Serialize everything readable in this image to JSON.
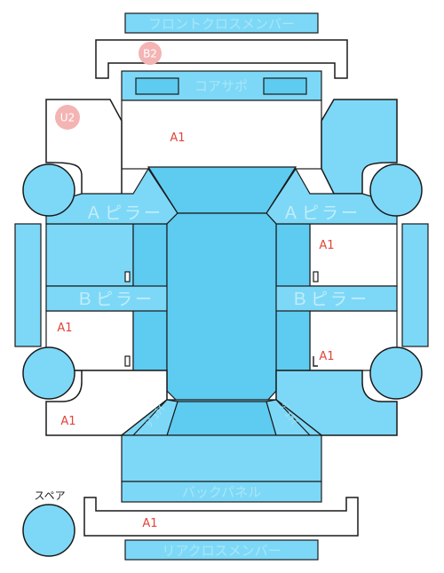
{
  "parts": {
    "front_cross_member": "フロントクロスメンバー",
    "core_support": "コアサポ",
    "a_pillar_left": "Ａピラー",
    "a_pillar_right": "Ａピラー",
    "b_pillar_left": "Ｂピラー",
    "b_pillar_right": "Ｂピラー",
    "back_panel": "バックパネル",
    "rear_cross_member": "リアクロスメンバー",
    "spare_label": "スペア",
    "side_label_left": "ｼﾞｭﾗｲ",
    "side_label_right": "ｼﾞｭﾗｲ"
  },
  "codes": {
    "front_panel": "A1",
    "right_front_door": "A1",
    "left_rear_door": "A1",
    "right_rear_door": "A1",
    "left_rear_quarter": "A1",
    "rear_cross": "A1"
  },
  "badges": {
    "front_cross_badge": "B2",
    "left_fender_badge": "U2"
  },
  "colors": {
    "panel_fill": "#7dd8f7",
    "panel_dark": "#5ecbf0",
    "outline": "#1a1a1a",
    "code_red": "#e0453b",
    "badge_pink": "#f4b4b4"
  }
}
